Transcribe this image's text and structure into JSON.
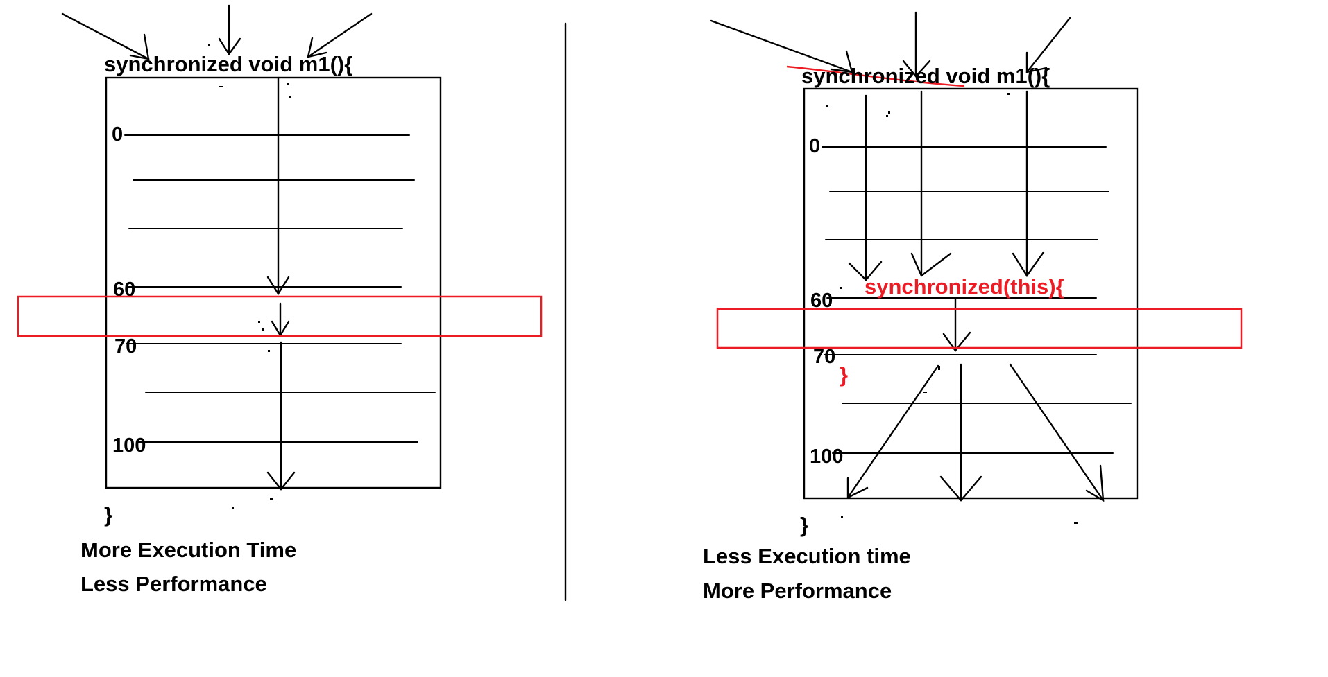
{
  "left": {
    "header": "synchronized void m1(){",
    "closing_brace": "}",
    "lines": [
      "0",
      "60",
      "70",
      "100"
    ],
    "caption_line1": "More Execution Time",
    "caption_line2": "Less Performance"
  },
  "right": {
    "header": "synchronized void m1(){",
    "inner_block_open": "synchronized(this){",
    "inner_block_close": "}",
    "closing_brace": "}",
    "lines": [
      "0",
      "60",
      "70",
      "100"
    ],
    "caption_line1": "Less Execution time",
    "caption_line2": "More Performance"
  },
  "colors": {
    "ink": "#000000",
    "highlight": "#ed1c24",
    "background": "#ffffff"
  }
}
